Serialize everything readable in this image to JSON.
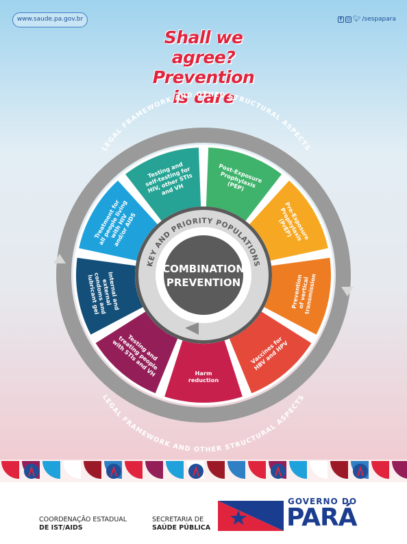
{
  "header": {
    "website": "www.saude.pa.gov.br",
    "social_handle": "/sespapara",
    "social_icons": [
      "facebook-icon",
      "instagram-icon",
      "twitter-icon"
    ]
  },
  "headline": [
    "Shall we",
    "agree?",
    "Prevention",
    "is care"
  ],
  "diagram": {
    "outer_ring_label": "LEGAL FRAMEWORK AND OTHER STRUCTURAL ASPECTS",
    "inner_ring_label": "KEY AND PRIORITY POPULATIONS",
    "center": [
      "COMBINATION",
      "PREVENTION"
    ],
    "segments": [
      {
        "lines": [
          "Post-Exposure",
          "Prophylaxis",
          "(PEP)"
        ],
        "color": "#3fb36b"
      },
      {
        "lines": [
          "Pre-Exposure",
          "Prophylaxis",
          "(PrEP)"
        ],
        "color": "#f7a823"
      },
      {
        "lines": [
          "Prevention",
          "of vertical",
          "transmission"
        ],
        "color": "#ee7c23"
      },
      {
        "lines": [
          "Vaccines for",
          "HBV and HPV"
        ],
        "color": "#e4493a"
      },
      {
        "lines": [
          "Harm",
          "reduction"
        ],
        "color": "#c8204d"
      },
      {
        "lines": [
          "Testing and",
          "treating people",
          "with STIs and VH"
        ],
        "color": "#941f58"
      },
      {
        "lines": [
          "Internal and",
          "external",
          "condoms and",
          "lubricant gel"
        ],
        "color": "#134f79"
      },
      {
        "lines": [
          "Treatment for",
          "all people living",
          "with HIV",
          "and/or AIDS"
        ],
        "color": "#1fa2dc"
      },
      {
        "lines": [
          "Testing and",
          "self-testing for",
          "HIV, other STIs",
          "and VH"
        ],
        "color": "#26a394"
      }
    ],
    "ring_colors": {
      "outer": "#9a9a9a",
      "inner": "#c9c9c9",
      "center": "#5b5b5b",
      "divider": "#5a5a5a"
    }
  },
  "footer": {
    "org1_line1": "COORDENAÇÃO ESTADUAL",
    "org1_line2": "DE IST/AIDS",
    "org2_line1": "SECRETARIA DE",
    "org2_line2": "SAÚDE PÚBLICA",
    "gov_line1": "GOVERNO DO",
    "gov_line2": "PARÁ"
  },
  "colors": {
    "accent_red": "#e0243e",
    "brand_blue": "#1b3d8f"
  }
}
